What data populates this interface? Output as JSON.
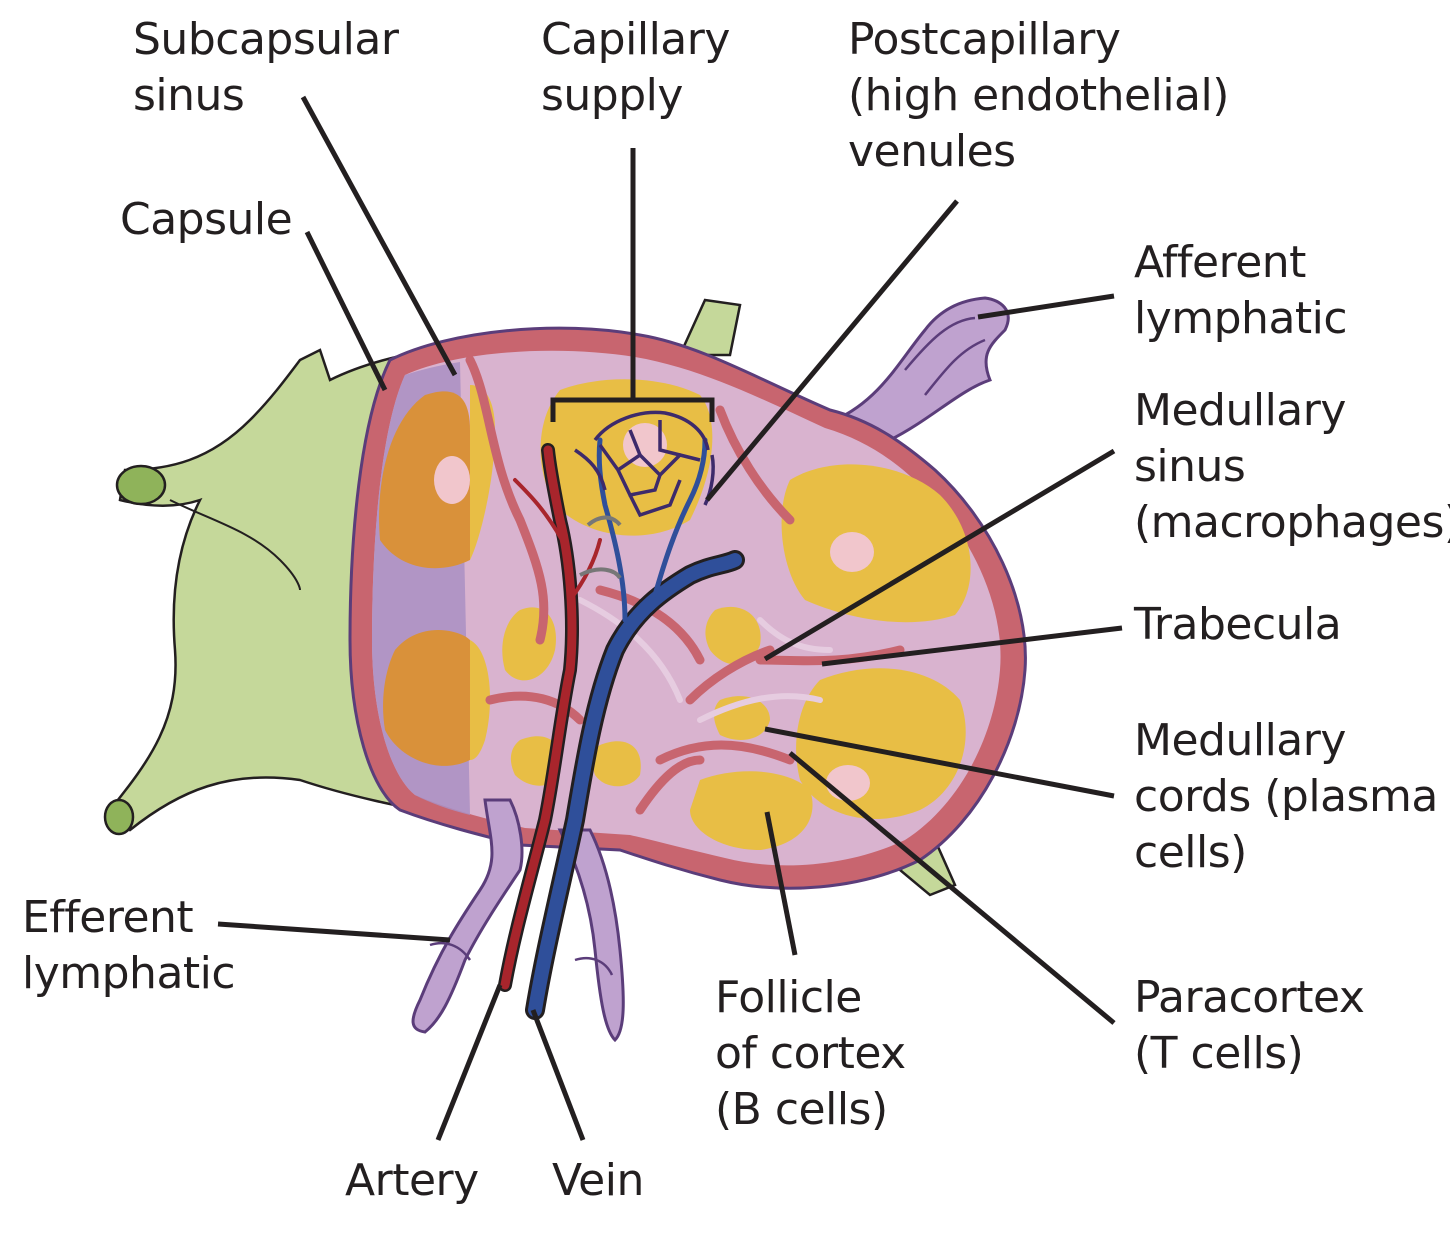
{
  "labels": {
    "subcapsular_sinus": [
      "Subcapsular",
      "sinus"
    ],
    "capillary_supply": [
      "Capillary",
      "supply"
    ],
    "postcapillary_venules": [
      "Postcapillary",
      "(high endothelial)",
      "venules"
    ],
    "capsule": [
      "Capsule"
    ],
    "afferent_lymphatic": [
      "Afferent",
      "lymphatic"
    ],
    "medullary_sinus": [
      "Medullary",
      "sinus",
      "(macrophages)"
    ],
    "trabecula": [
      "Trabecula"
    ],
    "medullary_cords": [
      "Medullary",
      "cords (plasma",
      "cells)"
    ],
    "efferent_lymphatic": [
      "Efferent",
      "lymphatic"
    ],
    "follicle_of_cortex": [
      "Follicle",
      "of cortex",
      "(B cells)"
    ],
    "paracortex": [
      "Paracortex",
      "(T cells)"
    ],
    "artery": [
      "Artery"
    ],
    "vein": [
      "Vein"
    ]
  },
  "colors": {
    "capsule_green": "#c5d89a",
    "capsule_green_dark": "#8fb35a",
    "node_outer_red": "#c8656f",
    "node_purple": "#d9b3cf",
    "sinus_lavender": "#a98fc3",
    "follicle_yellow": "#e8be45",
    "germinal_pink": "#f1c6cc",
    "cut_orange": "#d9913a",
    "artery_red": "#a8252c",
    "vein_blue": "#2f4f9a",
    "outline": "#231f20"
  }
}
